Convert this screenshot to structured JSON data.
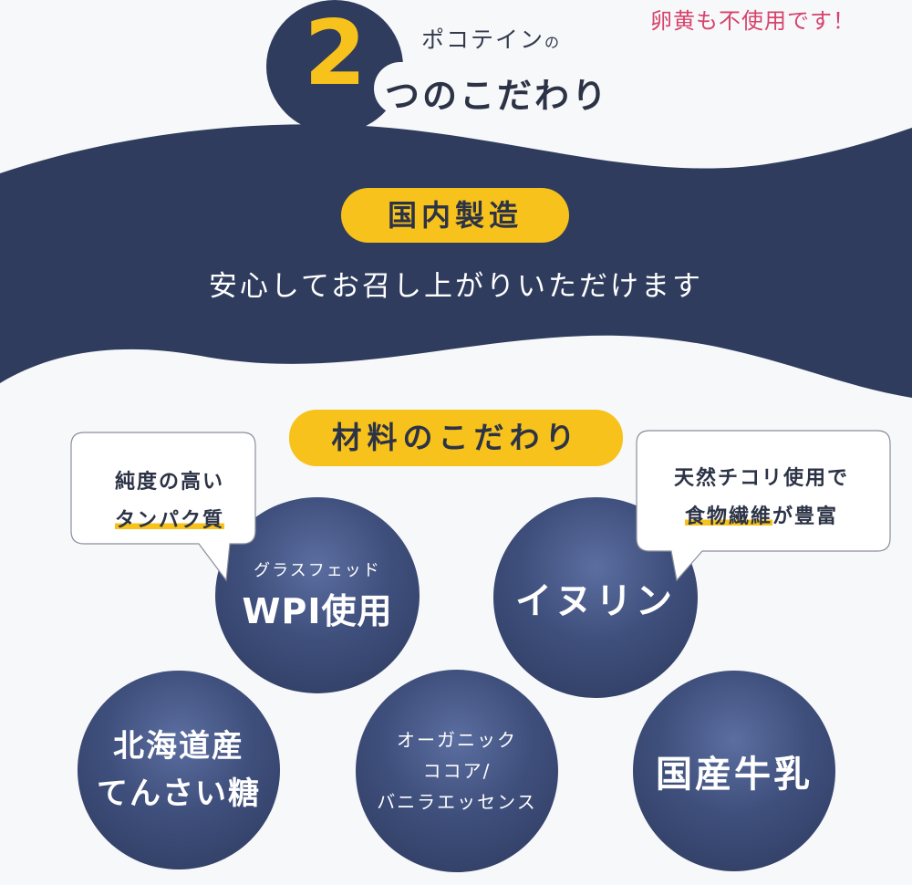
{
  "header": {
    "number": "2",
    "title_small": "ポコテイン",
    "title_particle": "の",
    "title_main": "つのこだわり",
    "note": "卵黄も不使用です！"
  },
  "section1": {
    "badge": "国内製造",
    "subtitle": "安心してお召し上がりいただけます"
  },
  "section2": {
    "badge": "材料のこだわり",
    "bubble_left": {
      "line1": "純度の高い",
      "line2": "タンパク質"
    },
    "bubble_right": {
      "line1": "天然チコリ使用で",
      "line2_hl": "食物繊維",
      "line2_rest": "が豊富"
    },
    "circles": {
      "wpi": {
        "small": "グラスフェッド",
        "big": "WPI使用"
      },
      "inulin": {
        "label": "イヌリン"
      },
      "hokkaido": {
        "line1": "北海道産",
        "line2": "てんさい糖"
      },
      "organic": {
        "line1": "オーガニック",
        "line2": "ココア/",
        "line3": "バニラエッセンス"
      },
      "milk": {
        "label": "国産牛乳"
      }
    }
  },
  "colors": {
    "navy": "#2f3c5d",
    "yellow": "#f7c21b",
    "note_pink": "#d6436b",
    "background": "#f7f8fa"
  }
}
